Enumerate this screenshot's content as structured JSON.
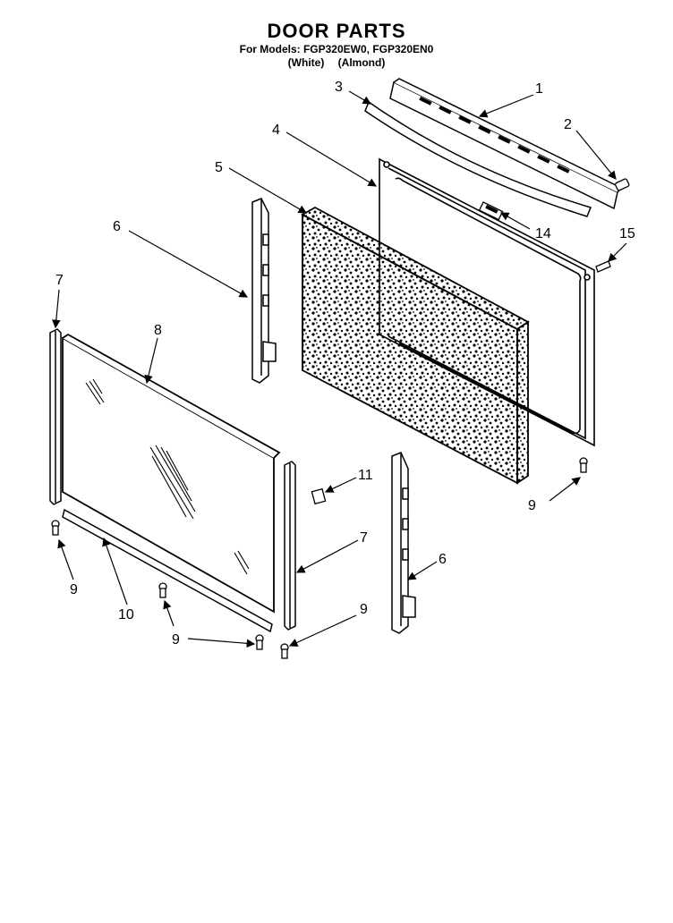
{
  "header": {
    "title": "DOOR PARTS",
    "models_line": "For Models: FGP320EW0, FGP320EN0",
    "color_white": "(White)",
    "color_almond": "(Almond)"
  },
  "callouts": {
    "c1": "1",
    "c2": "2",
    "c3": "3",
    "c4": "4",
    "c5": "5",
    "c6a": "6",
    "c6b": "6",
    "c7a": "7",
    "c7b": "7",
    "c8": "8",
    "c9a": "9",
    "c9b": "9",
    "c9c": "9",
    "c9d": "9",
    "c10": "10",
    "c11": "11",
    "c14": "14",
    "c15": "15"
  }
}
